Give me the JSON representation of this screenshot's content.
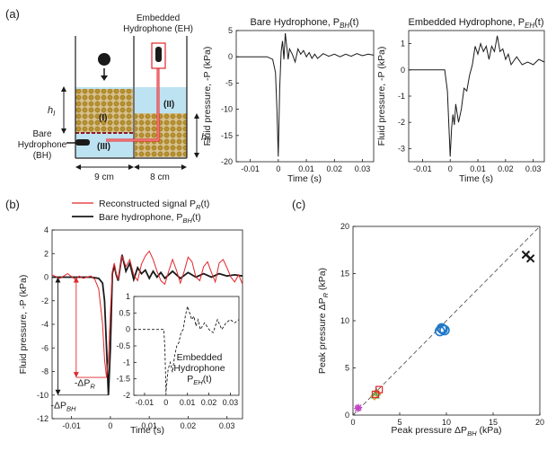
{
  "panel_labels": {
    "a": "(a)",
    "b": "(b)",
    "c": "(c)"
  },
  "schematic": {
    "eh_label_line1": "Embedded",
    "eh_label_line2": "Hydrophone (EH)",
    "bh_label_line1": "Bare",
    "bh_label_line2": "Hydrophone",
    "bh_label_line3": "(BH)",
    "region_1": "(I)",
    "region_2": "(II)",
    "region_3": "(III)",
    "h1": "h",
    "h1_sub": "I",
    "h2": "h",
    "h2_sub": "II",
    "width_left": "9 cm",
    "width_right": "8 cm"
  },
  "colors": {
    "red": "#e2262b",
    "black": "#1a1a1a",
    "blue": "#1f78c8",
    "orange": "#f29a2e",
    "green": "#4caf50",
    "magenta": "#c044c0",
    "water": "#bde3f2",
    "grain": "#b8922e"
  },
  "chart_data": [
    {
      "id": "bare",
      "type": "line",
      "title": "Bare Hydrophone, P",
      "title_sub": "BH",
      "title_tail": "(t)",
      "xlabel": "Time (s)",
      "ylabel": "Fluid pressure, -P (kPa)",
      "xlim": [
        -0.015,
        0.034
      ],
      "ylim": [
        -20,
        5
      ],
      "xticks": [
        "-0.01",
        "0",
        "0.01",
        "0.02",
        "0.03"
      ],
      "yticks": [
        "5",
        "0",
        "-5",
        "-10",
        "-15",
        "-20"
      ],
      "series": [
        {
          "x": [
            -0.015,
            -0.004,
            -0.002,
            -0.001,
            -0.0005,
            0.0,
            0.0005,
            0.001,
            0.0015,
            0.002,
            0.0025,
            0.003,
            0.0035,
            0.004,
            0.005,
            0.006,
            0.007,
            0.008,
            0.009,
            0.01,
            0.011,
            0.012,
            0.013,
            0.014,
            0.016,
            0.018,
            0.02,
            0.022,
            0.024,
            0.026,
            0.028,
            0.03,
            0.032,
            0.034
          ],
          "y": [
            0,
            0,
            -0.5,
            -3,
            -10,
            -19,
            -6,
            1,
            3,
            -0.5,
            4.5,
            2,
            -0.5,
            1.5,
            0.5,
            -1,
            1.5,
            0.5,
            1.2,
            0,
            0.8,
            -0.3,
            0.5,
            -0.3,
            0.6,
            0.1,
            0.5,
            0,
            0.5,
            0.1,
            0.6,
            0.2,
            0.5,
            0.3
          ]
        }
      ]
    },
    {
      "id": "embedded",
      "type": "line",
      "title": "Embedded Hydrophone, P",
      "title_sub": "EH",
      "title_tail": "(t)",
      "xlabel": "Time (s)",
      "ylabel": "Fluid pressure, -P (kPa)",
      "xlim": [
        -0.015,
        0.034
      ],
      "ylim": [
        -3.5,
        1.5
      ],
      "xticks": [
        "-0.01",
        "0",
        "0.01",
        "0.02",
        "0.03"
      ],
      "yticks": [
        "1",
        "0",
        "-1",
        "-2",
        "-3"
      ],
      "series": [
        {
          "x": [
            -0.015,
            -0.002,
            -0.001,
            0.0,
            0.0005,
            0.001,
            0.0015,
            0.002,
            0.003,
            0.004,
            0.005,
            0.006,
            0.007,
            0.008,
            0.009,
            0.01,
            0.011,
            0.012,
            0.013,
            0.014,
            0.015,
            0.016,
            0.017,
            0.018,
            0.019,
            0.02,
            0.021,
            0.022,
            0.024,
            0.026,
            0.028,
            0.03,
            0.032,
            0.034
          ],
          "y": [
            0,
            0,
            -0.8,
            -3.3,
            -2.2,
            -1.7,
            -2.1,
            -1.3,
            -2.0,
            -1.5,
            -0.7,
            -0.8,
            -0.2,
            0.2,
            0.9,
            0.6,
            1.0,
            0.7,
            0.9,
            0.4,
            0.9,
            0.7,
            1.3,
            0.7,
            0.8,
            0.4,
            0.6,
            0.2,
            0.5,
            0.2,
            0.3,
            0.2,
            0.4,
            0.3
          ]
        }
      ]
    },
    {
      "id": "comparison",
      "type": "line",
      "xlabel": "Time (s)",
      "ylabel": "Fluid pressure, -P (kPa)",
      "xlim": [
        -0.015,
        0.034
      ],
      "ylim": [
        -12,
        4
      ],
      "xticks": [
        "-0.01",
        "0",
        "0.01",
        "0.02",
        "0.03"
      ],
      "yticks": [
        "4",
        "2",
        "0",
        "-2",
        "-4",
        "-6",
        "-8",
        "-10",
        "-12"
      ],
      "legend": [
        "Reconstructed signal P",
        "Bare hydrophone, P"
      ],
      "legend_subs": [
        "R",
        "BH"
      ],
      "legend_tails": [
        "(t)",
        "(t)"
      ],
      "annotations": {
        "dpr": "-ΔP",
        "dpr_sub": "R",
        "dpbh": "-ΔP",
        "dpbh_sub": "BH"
      },
      "series": [
        {
          "name": "Reconstructed signal P_R(t)",
          "x": [
            -0.015,
            -0.013,
            -0.011,
            -0.009,
            -0.008,
            -0.007,
            -0.006,
            -0.005,
            -0.004,
            -0.003,
            -0.002,
            -0.0015,
            -0.001,
            -0.0005,
            0.0,
            0.0005,
            0.001,
            0.0015,
            0.002,
            0.003,
            0.004,
            0.005,
            0.006,
            0.007,
            0.008,
            0.009,
            0.01,
            0.011,
            0.012,
            0.013,
            0.014,
            0.015,
            0.016,
            0.017,
            0.018,
            0.019,
            0.02,
            0.021,
            0.022,
            0.023,
            0.024,
            0.025,
            0.026,
            0.027,
            0.028,
            0.029,
            0.03,
            0.031,
            0.032,
            0.033,
            0.034
          ],
          "y": [
            0.2,
            -0.1,
            0.3,
            -0.2,
            0.1,
            -0.1,
            0.0,
            0.1,
            -0.2,
            -1.0,
            -4.0,
            -7.0,
            -8.5,
            -7.0,
            -3.0,
            0.5,
            1.2,
            0.3,
            -0.2,
            1.8,
            0.9,
            1.5,
            0.2,
            -0.3,
            1.1,
            1.8,
            2.2,
            1.5,
            0.5,
            -0.3,
            -0.6,
            0.5,
            1.5,
            0.6,
            -0.5,
            0.5,
            1.7,
            1.3,
            0.0,
            -0.3,
            0.9,
            1.3,
            0.4,
            -0.4,
            1.2,
            1.5,
            0.8,
            0.0,
            -0.4,
            0.2,
            -0.6
          ]
        },
        {
          "name": "Bare hydrophone, P_BH(t)",
          "x": [
            -0.015,
            -0.01,
            -0.005,
            -0.003,
            -0.002,
            -0.0015,
            -0.001,
            -0.0005,
            0.0,
            0.0005,
            0.001,
            0.0015,
            0.002,
            0.003,
            0.004,
            0.005,
            0.006,
            0.007,
            0.008,
            0.009,
            0.01,
            0.011,
            0.012,
            0.013,
            0.014,
            0.016,
            0.018,
            0.02,
            0.022,
            0.024,
            0.026,
            0.028,
            0.03,
            0.032,
            0.034
          ],
          "y": [
            0,
            0,
            0,
            -0.1,
            -0.5,
            -2.0,
            -6.0,
            -10.0,
            -6.0,
            0.3,
            1.0,
            0.2,
            -0.3,
            1.9,
            0.5,
            1.2,
            -0.2,
            0.8,
            0.3,
            0.6,
            -0.1,
            0.5,
            0.0,
            0.4,
            -0.1,
            0.5,
            -0.1,
            0.4,
            0.0,
            0.3,
            0.0,
            0.3,
            0.1,
            0.2,
            0.1
          ]
        }
      ]
    },
    {
      "id": "inset",
      "type": "line",
      "xlim": [
        -0.015,
        0.034
      ],
      "ylim": [
        -2,
        1
      ],
      "xticks": [
        "-0.01",
        "0",
        "0.01",
        "0.02",
        "0.03"
      ],
      "yticks": [
        "1",
        "0.5",
        "0",
        "-0.5",
        "-1",
        "-1.5",
        "-2"
      ],
      "label_line1": "Embedded",
      "label_line2": "Hydrophone",
      "label_line3": "P",
      "label_sub": "EH",
      "label_tail": "(t)",
      "series": [
        {
          "x": [
            -0.015,
            -0.001,
            -0.0005,
            0.0,
            0.001,
            0.002,
            0.003,
            0.004,
            0.005,
            0.006,
            0.007,
            0.008,
            0.009,
            0.01,
            0.011,
            0.012,
            0.013,
            0.014,
            0.015,
            0.016,
            0.018,
            0.02,
            0.022,
            0.024,
            0.026,
            0.028,
            0.03,
            0.032,
            0.034
          ],
          "y": [
            0,
            0,
            -0.6,
            -1.9,
            -1.2,
            -1.0,
            -1.3,
            -0.8,
            -0.5,
            -0.4,
            -0.1,
            0.0,
            0.4,
            0.7,
            0.5,
            0.3,
            0.4,
            0.1,
            0.3,
            0.0,
            0.2,
            0.0,
            -0.1,
            0.3,
            0.0,
            0.2,
            0.3,
            0.2,
            0.3
          ]
        }
      ]
    },
    {
      "id": "peaks",
      "type": "scatter",
      "xlabel": "Peak pressure ΔP",
      "xlabel_sub": "BH",
      "xlabel_tail": " (kPa)",
      "ylabel": "Peak pressure ΔP",
      "ylabel_sub": "R",
      "ylabel_tail": " (kPa)",
      "xlim": [
        0,
        20
      ],
      "ylim": [
        0,
        20
      ],
      "xticks": [
        "0",
        "5",
        "10",
        "15",
        "20"
      ],
      "yticks": [
        "0",
        "5",
        "10",
        "15",
        "20"
      ],
      "series": [
        {
          "marker": "star",
          "color": "#c044c0",
          "points": [
            [
              0.5,
              0.7
            ],
            [
              0.6,
              0.8
            ]
          ]
        },
        {
          "marker": "diamond",
          "color": "#f29a2e",
          "points": [
            [
              2.3,
              2.0
            ],
            [
              2.6,
              2.3
            ]
          ]
        },
        {
          "marker": "triangle",
          "color": "#4caf50",
          "points": [
            [
              2.4,
              2.1
            ],
            [
              2.5,
              2.4
            ]
          ]
        },
        {
          "marker": "square",
          "color": "#e2262b",
          "points": [
            [
              2.8,
              2.7
            ],
            [
              2.4,
              2.2
            ]
          ]
        },
        {
          "marker": "circle",
          "color": "#1f78c8",
          "points": [
            [
              9.3,
              8.9
            ],
            [
              9.6,
              9.1
            ],
            [
              9.8,
              9.0
            ],
            [
              9.5,
              9.2
            ]
          ]
        },
        {
          "marker": "x",
          "color": "#1a1a1a",
          "points": [
            [
              18.5,
              17.0
            ],
            [
              19.0,
              16.6
            ]
          ]
        }
      ],
      "reference_line": "y = x"
    }
  ]
}
